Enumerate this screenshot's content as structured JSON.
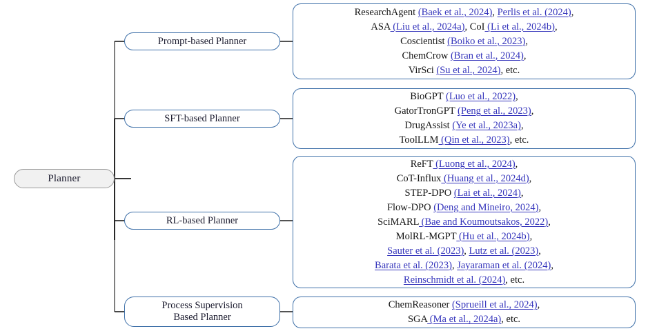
{
  "diagram": {
    "type": "taxonomy-tree",
    "root": {
      "label": "Planner"
    },
    "colors": {
      "node_border_blue": "#3d6fa8",
      "root_fill": "#f1f1f1",
      "root_border": "#9a9a9a",
      "citation_blue": "#3333bb",
      "text_black": "#141414",
      "connector": "#1a1a1a"
    },
    "categories": [
      {
        "id": "prompt-based-planner",
        "label": "Prompt-based Planner",
        "lines": [
          [
            {
              "t": "ResearchAgent ",
              "k": "plain"
            },
            {
              "t": "(Baek et al., 2024)",
              "k": "cite"
            },
            {
              "t": ", ",
              "k": "plain"
            },
            {
              "t": "Perlis et al. (2024)",
              "k": "cite"
            },
            {
              "t": ",",
              "k": "plain"
            }
          ],
          [
            {
              "t": "ASA",
              "k": "plain"
            },
            {
              "t": " (Liu et al., 2024a)",
              "k": "cite"
            },
            {
              "t": ", CoI",
              "k": "plain"
            },
            {
              "t": " (Li et al., 2024b)",
              "k": "cite"
            },
            {
              "t": ",",
              "k": "plain"
            }
          ],
          [
            {
              "t": "Coscientist ",
              "k": "plain"
            },
            {
              "t": "(Boiko et al., 2023)",
              "k": "cite"
            },
            {
              "t": ",",
              "k": "plain"
            }
          ],
          [
            {
              "t": "ChemCrow ",
              "k": "plain"
            },
            {
              "t": "(Bran et al., 2024)",
              "k": "cite"
            },
            {
              "t": ",",
              "k": "plain"
            }
          ],
          [
            {
              "t": "VirSci ",
              "k": "plain"
            },
            {
              "t": "(Su et al., 2024)",
              "k": "cite"
            },
            {
              "t": ", etc.",
              "k": "plain"
            }
          ]
        ]
      },
      {
        "id": "sft-based-planner",
        "label": "SFT-based Planner",
        "lines": [
          [
            {
              "t": "BioGPT ",
              "k": "plain"
            },
            {
              "t": "(Luo et al., 2022)",
              "k": "cite"
            },
            {
              "t": ",",
              "k": "plain"
            }
          ],
          [
            {
              "t": "GatorTronGPT ",
              "k": "plain"
            },
            {
              "t": "(Peng et al., 2023)",
              "k": "cite"
            },
            {
              "t": ",",
              "k": "plain"
            }
          ],
          [
            {
              "t": "DrugAssist ",
              "k": "plain"
            },
            {
              "t": "(Ye et al., 2023a)",
              "k": "cite"
            },
            {
              "t": ",",
              "k": "plain"
            }
          ],
          [
            {
              "t": "ToolLLM",
              "k": "plain"
            },
            {
              "t": " (Qin et al., 2023)",
              "k": "cite"
            },
            {
              "t": ", etc.",
              "k": "plain"
            }
          ]
        ]
      },
      {
        "id": "rl-based-planner",
        "label": "RL-based Planner",
        "lines": [
          [
            {
              "t": "ReFT",
              "k": "plain"
            },
            {
              "t": " (Luong et al., 2024)",
              "k": "cite"
            },
            {
              "t": ",",
              "k": "plain"
            }
          ],
          [
            {
              "t": "CoT-Influx",
              "k": "plain"
            },
            {
              "t": " (Huang et al., 2024d)",
              "k": "cite"
            },
            {
              "t": ",",
              "k": "plain"
            }
          ],
          [
            {
              "t": "STEP-DPO ",
              "k": "plain"
            },
            {
              "t": "(Lai et al., 2024)",
              "k": "cite"
            },
            {
              "t": ",",
              "k": "plain"
            }
          ],
          [
            {
              "t": "Flow-DPO ",
              "k": "plain"
            },
            {
              "t": "(Deng and Mineiro, 2024)",
              "k": "cite"
            },
            {
              "t": ",",
              "k": "plain"
            }
          ],
          [
            {
              "t": "SciMARL",
              "k": "plain"
            },
            {
              "t": " (Bae and Koumoutsakos, 2022)",
              "k": "cite"
            },
            {
              "t": ",",
              "k": "plain"
            }
          ],
          [
            {
              "t": "MolRL-MGPT",
              "k": "plain"
            },
            {
              "t": " (Hu et al., 2024b)",
              "k": "cite"
            },
            {
              "t": ",",
              "k": "plain"
            }
          ],
          [
            {
              "t": "Sauter et al. (2023)",
              "k": "cite"
            },
            {
              "t": ", ",
              "k": "plain"
            },
            {
              "t": "Lutz et al. (2023)",
              "k": "cite"
            },
            {
              "t": ",",
              "k": "plain"
            }
          ],
          [
            {
              "t": "Barata et al. (2023)",
              "k": "cite"
            },
            {
              "t": ", ",
              "k": "plain"
            },
            {
              "t": "Jayaraman et al. (2024)",
              "k": "cite"
            },
            {
              "t": ",",
              "k": "plain"
            }
          ],
          [
            {
              "t": "Reinschmidt et al. (2024)",
              "k": "cite"
            },
            {
              "t": ", etc.",
              "k": "plain"
            }
          ]
        ]
      },
      {
        "id": "process-supervision-based-planner",
        "label": "Process Supervision\nBased Planner",
        "lines": [
          [
            {
              "t": "ChemReasoner ",
              "k": "plain"
            },
            {
              "t": "(Sprueill et al., 2024)",
              "k": "cite"
            },
            {
              "t": ",",
              "k": "plain"
            }
          ],
          [
            {
              "t": "SGA",
              "k": "plain"
            },
            {
              "t": " (Ma et al., 2024a)",
              "k": "cite"
            },
            {
              "t": ", etc.",
              "k": "plain"
            }
          ]
        ]
      }
    ]
  }
}
